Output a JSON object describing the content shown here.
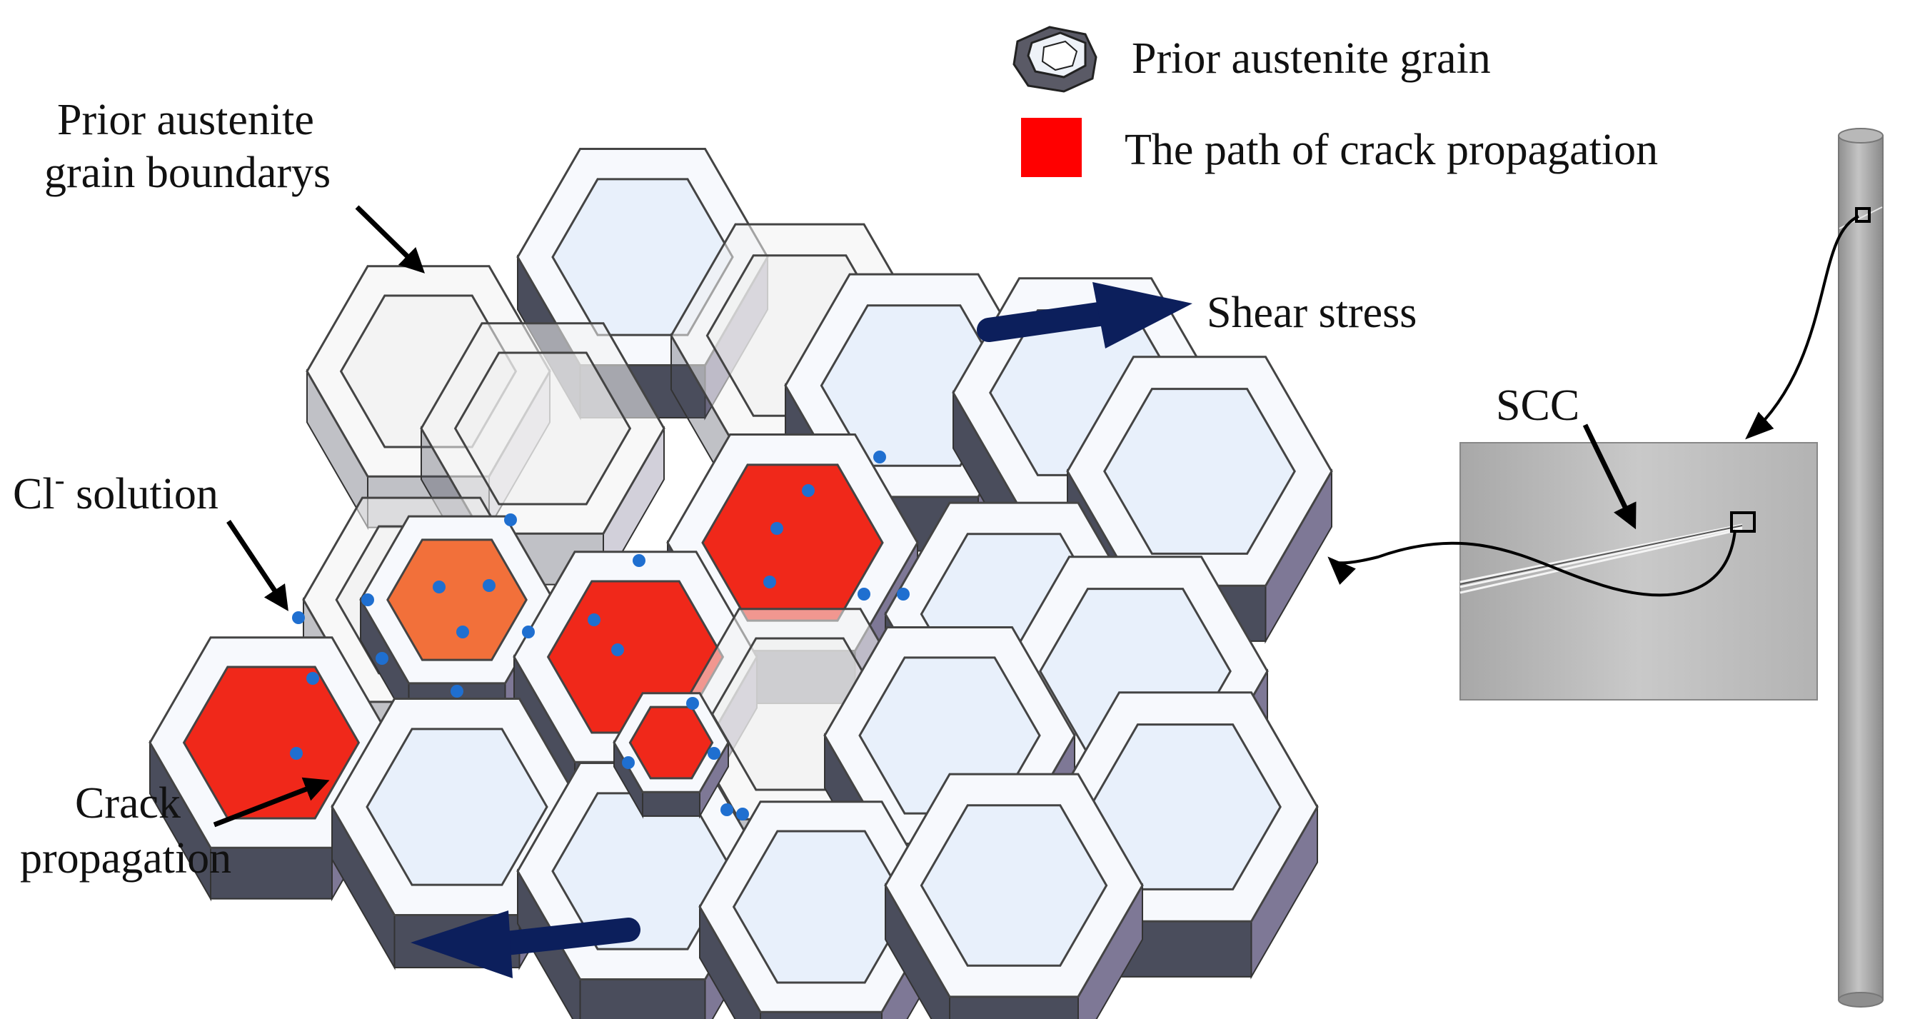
{
  "legend": {
    "grain_label": "Prior austenite grain",
    "crack_path_label": "The path of crack propagation",
    "crack_color": "#ff0000"
  },
  "annotations": {
    "grain_boundaries_line1": "Prior austenite",
    "grain_boundaries_line2": "grain boundarys",
    "chloride_ion": "Cl",
    "chloride_charge": "-",
    "chloride_suffix": " solution",
    "crack_line1": "Crack",
    "crack_line2": "propagation",
    "shear_stress": "Shear stress",
    "scc": "SCC"
  },
  "colors": {
    "grain_face": "#e8f0fb",
    "grain_side": "#4a4d5c",
    "grain_side_right": "#7e7896",
    "ghost_grain": "#eeeeee",
    "crack_red": "#f0281a",
    "crack_orange": "#f2703a",
    "ion_dot": "#1f6fd0",
    "arrow_navy": "#0c1f5c",
    "specimen": "#bdbdbd",
    "rod": "#a9a9a9"
  },
  "icons": {
    "legend_grain": "truncated-octahedron-icon",
    "legend_crack": "red-square-icon",
    "specimen": "specimen-plate",
    "rod": "cylindrical-rod"
  }
}
